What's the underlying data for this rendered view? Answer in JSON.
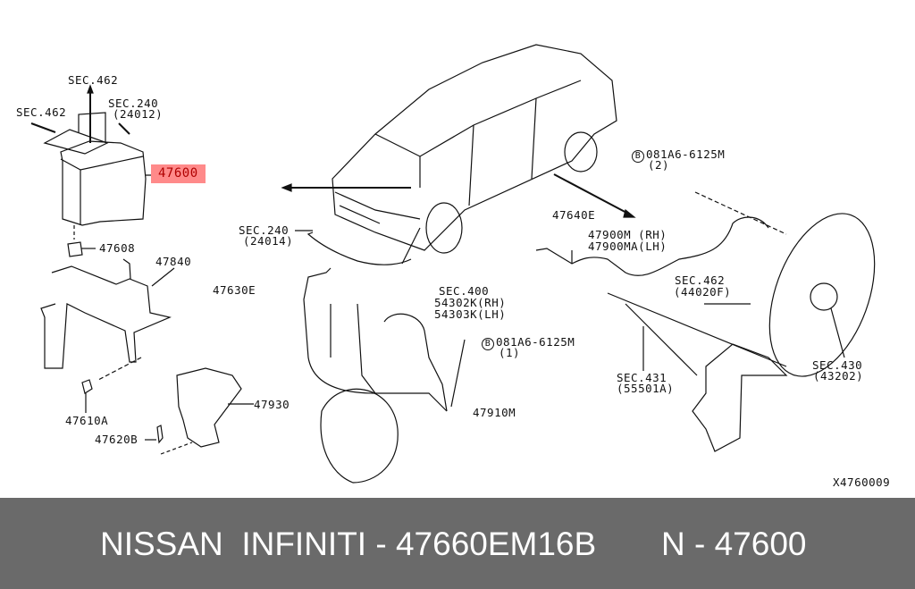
{
  "diagram": {
    "labels": {
      "sec462_top": "SEC.462",
      "sec462_left": "SEC.462",
      "sec240_a": "SEC.240",
      "sec240_a_sub": "(24012)",
      "p47600": "47600",
      "p47608": "47608",
      "p47840": "47840",
      "p47610a": "47610A",
      "p47620b": "47620B",
      "p47930": "47930",
      "sec240_b": "SEC.240",
      "sec240_b_sub": "(24014)",
      "p47630e": "47630E",
      "sec400": "SEC.400",
      "sec400_rh": "54302K(RH)",
      "sec400_lh": "54303K(LH)",
      "bolt1_circle": "B",
      "bolt1": "081A6-6125M",
      "bolt1_qty": "(1)",
      "p47910m": "47910M",
      "bolt2_circle": "B",
      "bolt2": "081A6-6125M",
      "bolt2_qty": "(2)",
      "p47640e": "47640E",
      "p47900m": "47900M (RH)",
      "p47900ma": "47900MA(LH)",
      "sec462_r": "SEC.462",
      "sec462_r_sub": "(44020F)",
      "sec431": "SEC.431",
      "sec431_sub": "(55501A)",
      "sec430": "SEC.430",
      "sec430_sub": "(43202)",
      "figure_id": "X4760009"
    },
    "highlight_color": "#ff8a8a"
  },
  "footer": {
    "brand": "NISSAN  INFINITI - 47660EM16B",
    "part": "N - 47600",
    "background": "#6a6a6a"
  }
}
